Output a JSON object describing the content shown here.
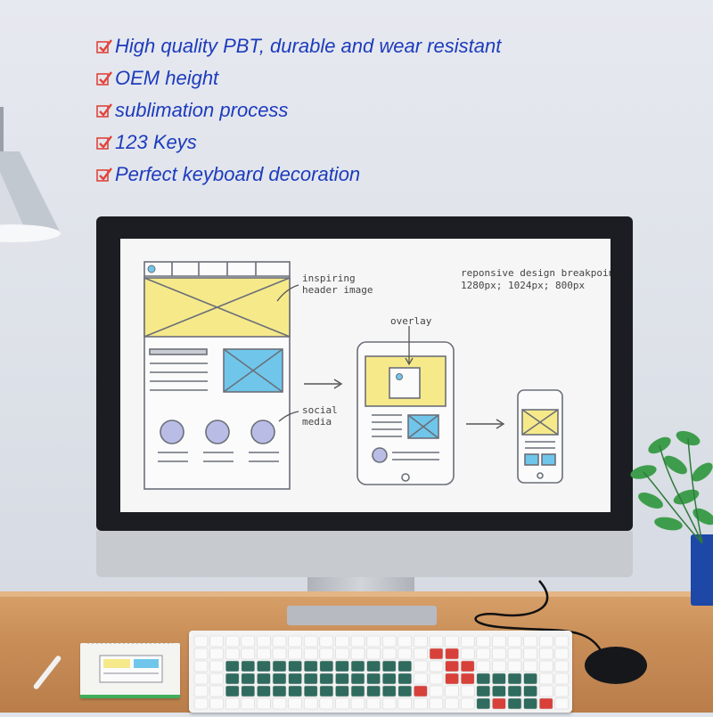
{
  "features": [
    {
      "text": "High quality PBT, durable and wear resistant"
    },
    {
      "text": "OEM height"
    },
    {
      "text": "sublimation process"
    },
    {
      "text": "123 Keys"
    },
    {
      "text": "Perfect keyboard decoration"
    }
  ],
  "screen": {
    "header_annotation_line1": "inspiring",
    "header_annotation_line2": "header image",
    "breakpoints_line1": "reponsive design breakpoints:",
    "breakpoints_line2": "1280px; 1024px; 800px",
    "overlay_label": "overlay",
    "social_line1": "social",
    "social_line2": "media"
  },
  "icons": {
    "bullet": "check-icon",
    "lamp": "desk-lamp-icon",
    "plant": "potted-plant-icon"
  },
  "colors": {
    "feature_text": "#1d3bbd",
    "check_mark": "#e0453c",
    "wireframe_yellow": "#f6e98a",
    "wireframe_blue": "#6fc6ea",
    "wireframe_circle": "#b9bde6",
    "keycap_green": "#2f6b5e",
    "keycap_red": "#d8403a"
  }
}
